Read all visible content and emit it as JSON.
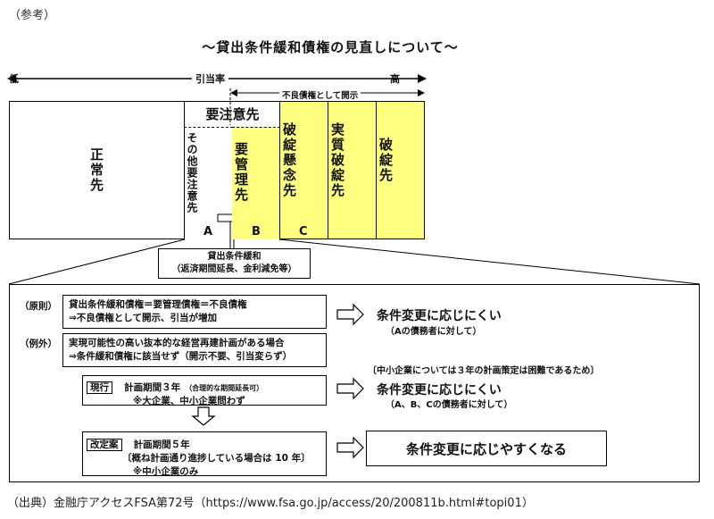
{
  "reference_label": "（参考）",
  "title": "～貸出条件緩和債権の見直しについて～",
  "scale": {
    "low": "低",
    "mid": "引当率",
    "high": "高",
    "npl_range": "不良債権として開示"
  },
  "categories": {
    "normal": "正常先",
    "watch": "要注意先",
    "watch_other": "その他要注意先",
    "special": "要管理先",
    "doubtful": "破綻懸念先",
    "de_facto": "実質破綻先",
    "bankrupt": "破綻先"
  },
  "markers": {
    "a": "A",
    "b": "B",
    "c": "C"
  },
  "restructured_box": {
    "line1": "貸出条件緩和",
    "line2": "（返済期間延長、金利減免等）"
  },
  "principle": {
    "tag": "（原則）",
    "line1": "貸出条件緩和債権＝要管理債権＝不良債権",
    "line2": "⇒不良債権として開示、引当が増加",
    "result": "条件変更に応じにくい",
    "result_note": "（Aの債務者に対して）"
  },
  "exception": {
    "tag": "（例外）",
    "line1": "実現可能性の高い抜本的な経営再建計画がある場合",
    "line2": "⇒条件緩和債権に該当せず（開示不要、引当変らず）"
  },
  "current": {
    "tag": "現行",
    "line1a": "計画期間３年",
    "line1b": "（合理的な期間延長可）",
    "line2": "※大企業、中小企業問わず",
    "note": "〔中小企業については３年の計画策定は困難であるため〕",
    "result": "条件変更に応じにくい",
    "result_note": "（A、B、Cの債務者に対して）"
  },
  "revised": {
    "tag": "改定案",
    "line1": "計画期間５年",
    "line2": "〔概ね計画通り進捗している場合は 10 年〕",
    "line3": "※中小企業のみ",
    "result": "条件変更に応じやすくなる"
  },
  "source": "（出典）金融庁アクセスFSA第72号（https://www.fsa.go.jp/access/20/200811b.html#topi01）",
  "colors": {
    "npl_fill": "#ffff7f",
    "line": "#000000"
  }
}
